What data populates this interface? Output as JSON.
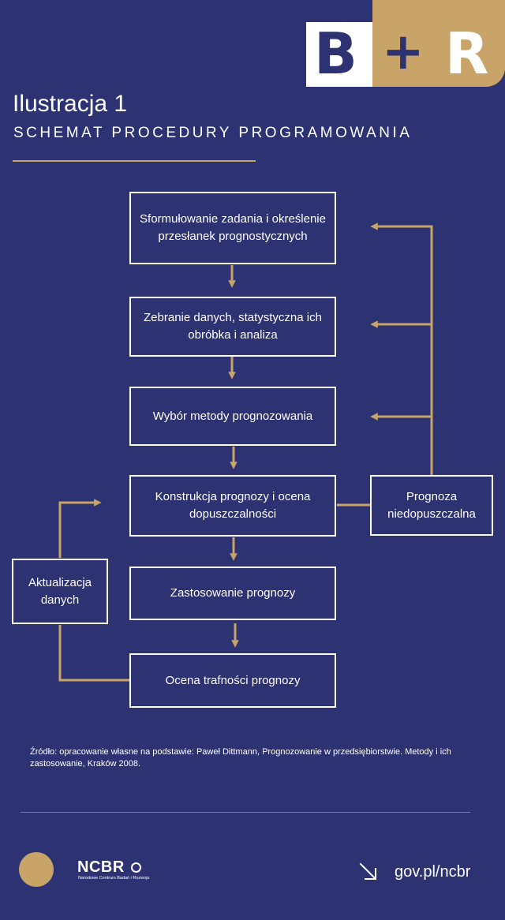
{
  "logo": {
    "letter_b": "B",
    "plus": "+",
    "letter_r": "R"
  },
  "header": {
    "title": "Ilustracja 1",
    "subtitle": "SCHEMAT PROCEDURY PROGRAMOWANIA"
  },
  "diagram": {
    "steps": [
      "Sformułowanie zadania i określenie przesłanek prognostycznych",
      "Zebranie danych, statystyczna ich obróbka i analiza",
      "Wybór metody prognozowania",
      "Konstrukcja prognozy i ocena dopuszczalności",
      "Zastosowanie prognozy",
      "Ocena trafności prognozy"
    ],
    "side_right": "Prognoza niedopuszczalna",
    "side_left": "Aktualizacja danych"
  },
  "source_note": "Źródło: opracowanie własne na podstawie: Paweł Dittmann, Prognozowanie w przedsiębiorstwie. Metody i ich zastosowanie, Kraków 2008.",
  "footer": {
    "brand": "NCBR",
    "brand_sub": "Narodowe Centrum Badań i Rozwoju",
    "link": "gov.pl/ncbr",
    "link_icon": "arrow-down-right-icon"
  },
  "colors": {
    "background": "#2c3272",
    "accent": "#c9a468",
    "text": "#ffffff"
  }
}
